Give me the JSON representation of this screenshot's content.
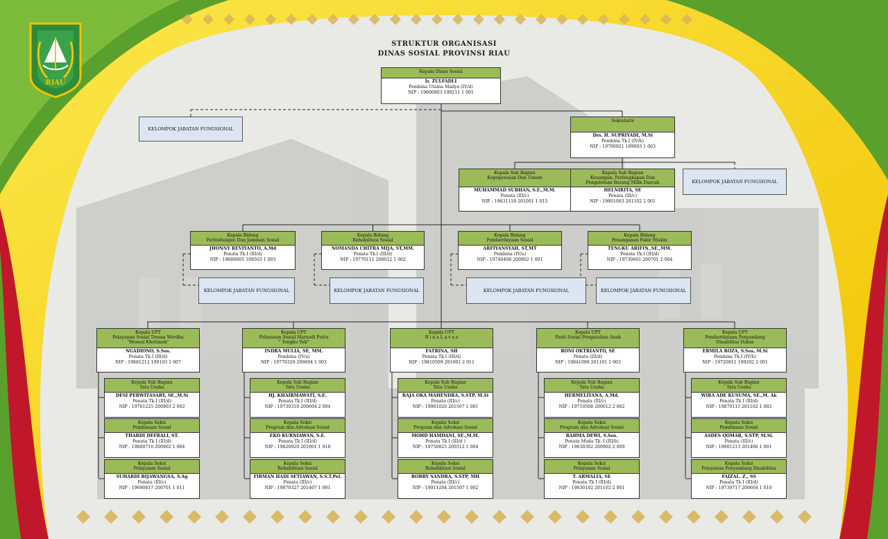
{
  "title": {
    "line1": "STRUKTUR ORGANISASI",
    "line2": "DINAS SOSIAL PROVINSI RIAU"
  },
  "logo": {
    "text": "RIAU",
    "icon": "riau-province-emblem-icon"
  },
  "colors": {
    "header_green": "#9bbb59",
    "functional_blue": "#dce6f2",
    "border_yellow": "#f2c500",
    "border_green": "#5aa02c",
    "border_red": "#c0182a",
    "ornament_gold": "#d9b65c"
  },
  "kepala_dinas": {
    "title": "Kepala Dinas Sosial",
    "name": "Ir. ZULFADLI",
    "rank": "Pembina Utama Madya (IV/d)",
    "nip": "NIP : 19660803 199211 1 001"
  },
  "kelompok_label": "KELOMPOK JABATAN FUNGSIONAL",
  "sekretaris": {
    "title": "Sekretaris",
    "name": "Drs. H. SUPRIYADI, M.Si",
    "rank": "Pembina Tk.I (IV/b)",
    "nip": "NIP : 19700921 199003 1 003"
  },
  "subbag": [
    {
      "title": "Kepala Sub Bagian\nKepegawaian Dan Umum",
      "name": "MUHAMMAD SUBHAN, S.E.,M.M.",
      "rank": "Penata  (III/c)",
      "nip": "NIP : 19831118 201001 1 015"
    },
    {
      "title": "Kepala Sub Bagian\nKeuangan, Perlengkapan Dan\nPengelolaan Barang Milik Daerah",
      "name": "HELNIRITA, SE",
      "rank": "Penata  (III/c)",
      "nip": "NIP : 19801003 201102 2 001"
    }
  ],
  "bidang": [
    {
      "title": "Kepala Bidang\nPerlindungan Dan Jaminan Sosial",
      "name": "JHONNY REVIYANTO, A.Md",
      "rank": "Penata Tk.I  (III/d)",
      "nip": "NIP : 19680605 199503 1 003"
    },
    {
      "title": "Kepala Bidang\nRehabilitasi Sosial",
      "name": "NOMANDA CHITRA MIJA, ST,MM.",
      "rank": "Penata Tk.I (III/d)",
      "nip": "NIP : 19770111 200012 1 002"
    },
    {
      "title": "Kepala Bidang\nPemberdayaan Sosial",
      "name": "ARFIYANSYAH, ST,MT",
      "rank": "Pembina (IV/a)",
      "nip": "NIP : 19740408 200902 1 001"
    },
    {
      "title": "Kepala Bidang\nPenanganan Fakir Miskin",
      "name": "TENGKU ARIFIN.,SE.,MM.",
      "rank": "Penata Tk.I  (III/d)",
      "nip": "NIP : 19730601 200701 2 004"
    }
  ],
  "upt": [
    {
      "head": {
        "title": "Kepala UPT\nPelayanan Sosial Tresna Werdha\n\"Husnul Khotimah\"",
        "name": "NGADIONO, S.Sos.",
        "rank": "Penata Tk.I  (III/d)",
        "nip": "NIP : 19681212 199103 1 007"
      },
      "subs": [
        {
          "title": "Kepala Sub Bagian\nTata Usaha",
          "name": "DESI PERWITASARY, SE.,M.Si",
          "rank": "Penata Tk.I (III/d)",
          "nip": "NIP : 19761225 200903 2 002"
        },
        {
          "title": "Kepala Seksi\nPembinaan Sosial",
          "name": "THARDI DEFRALI, ST.",
          "rank": "Penata Tk I (III/d)",
          "nip": "NIP : 19800716 200902 1 004"
        },
        {
          "title": "Kepala Seksi\nPelayanan Sosial",
          "name": "SUHARDI BIJAWANGSA, S.Ag",
          "rank": "Penata  (III/c)",
          "nip": "NIP : 19690817 200701 1 011"
        }
      ]
    },
    {
      "head": {
        "title": "Kepala UPT\nPelayanan Sosial Marsudi Putra\n\" Tengku Yuk\"",
        "name": "INDRA MULIA, SE, MM.",
        "rank": "Pembina  (IV/a)",
        "nip": "NIP : 19770320 200604 1 003"
      },
      "subs": [
        {
          "title": "Kepala Sub Bagian\nTata Usaha",
          "name": "HJ. KHAIRMAWATI, S.E.",
          "rank": "Penata Tk.I  (III/d)",
          "nip": "NIP : 19730310 200604 2 004"
        },
        {
          "title": "Kepala Seksi\nProgram dan Advokasi Sosial",
          "name": "EKO KURNIAWAN, S.E.",
          "rank": "Penata Tk I (III/d)",
          "nip": "NIP : 19820929 201001 1 018"
        },
        {
          "title": "Kepala Seksi\nRehabilitasi Sosial",
          "name": "FIRMAN HADI SETIAWAN, S.S.T.Pel.",
          "rank": "Penata  (III/c)",
          "nip": "NIP : 19870327 201407 1 001"
        }
      ]
    },
    {
      "head": {
        "title": "Kepala UPT\nB i n a  L a r a s",
        "name": "FATRINA, SH",
        "rank": "Penata Tk.I  (III/d)",
        "nip": "NIP : 19810509 201001 2 011"
      },
      "subs": [
        {
          "title": "Kepala Sub Bagian\nTata Usaha",
          "name": "RAJA OKA MAHENDRA, S.STP, M.Si",
          "rank": "Penata (III/c)",
          "nip": "NIP : 19901020 201507 1 001"
        },
        {
          "title": "Kepala Seksi\nProgram dan Advokasi Sosial",
          "name": "MOHD HAMDANI, SE.,M.M.",
          "rank": "Penata Tk I (III/d )",
          "nip": "NIP : 19750825 200312 1 004"
        },
        {
          "title": "Kepala Seksi\nRehabilitasi Sosial",
          "name": "ROBBY SANDRA, S.STP, MH",
          "rank": "Penata  (III/c)",
          "nip": "NIP : 19911204 201507 1 002"
        }
      ]
    },
    {
      "head": {
        "title": "Kepala UPT\nPanti Sosial  Pengasuhan Anak",
        "name": "RONI OKTRIANTO, SE",
        "rank": "Penata (III/d)",
        "nip": "NIP : 19841008 201101 1 003"
      },
      "subs": [
        {
          "title": "Kepala Sub Bagian\nTata Usaha",
          "name": "HERMELIYANA, A.Md.",
          "rank": "Penata  (III/c)",
          "nip": "NIP : 19710508 200012 2 002"
        },
        {
          "title": "Kepala Seksi\nProgram dan Advokasi Sosial",
          "name": "RAHMA DEWI, S.Sos.",
          "rank": "Penata Muda Tk. I (III/b)",
          "nip": "NIP : 19830302 200902 2 009"
        },
        {
          "title": "Kepala Seksi\nPelayanan Sosial",
          "name": "T. ARMALIA, SE",
          "rank": "Penata Tk I (III/d)",
          "nip": "NIP : 19830102 201102 2 001"
        }
      ]
    },
    {
      "head": {
        "title": "Kepala UPT\nPemberdayaan Penyandang\nDisabilitas Daksa",
        "name": "ERMILA ROZA, S.Sos, M.Si",
        "rank": "Pembina Tk.I (IV/b)",
        "nip": "NIP : 19720811 199202 2 001"
      },
      "subs": [
        {
          "title": "Kepala Sub Bagian\nTata Usaha",
          "name": "WIRA ADE KUSUMA, SE.,M. Ak",
          "rank": "Penata Tk I (III/d)",
          "nip": "NIP : 19870111 201102 1 002"
        },
        {
          "title": "Kepala Seksi\nPembinaan Sosial",
          "name": "ASDES QOMAR, S.STP, M.Si.",
          "rank": "Penata (III/c)",
          "nip": "NIP : 19901213 201406 1 001"
        },
        {
          "title": "Kepala Seksi\nPelayanan Penyandang Disabilitas",
          "name": "FAIZAL. Z., SS",
          "rank": "Penata Tk I (III/d)",
          "nip": "NIP : 19730717 200604 1 010"
        }
      ]
    }
  ]
}
